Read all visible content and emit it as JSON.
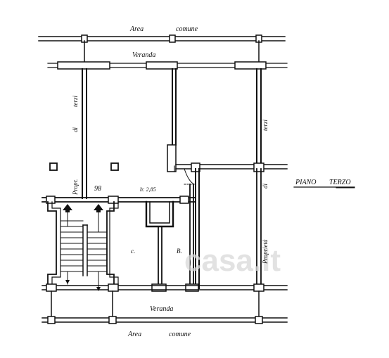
{
  "labels": {
    "area_top": "Area",
    "comune_top": "comune",
    "veranda_top": "Veranda",
    "veranda_bottom": "Veranda",
    "area_bottom": "Area",
    "comune_bottom": "comune",
    "proprieta_left": "Propr.",
    "di_left": "di",
    "terzi_left": "terzi",
    "terzi_right": "terzi",
    "di_right": "di",
    "proprieta_right": "Proprietà",
    "piano": "PIANO",
    "terzo": "TERZO",
    "number_98": "98",
    "height": "h: 2,85",
    "room_c": "c.",
    "room_b": "B.",
    "watermark": "casa.it"
  },
  "colors": {
    "ink": "#111111",
    "paper": "#ffffff",
    "watermark": "#d9d9d9"
  }
}
